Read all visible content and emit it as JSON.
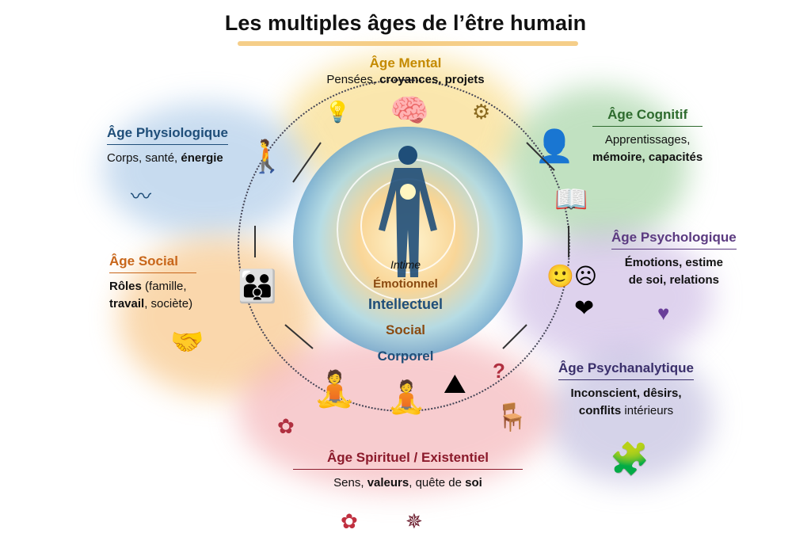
{
  "title": "Les multiples âges de l’être humain",
  "colors": {
    "mental": "#c48a00",
    "cognitif": "#2e6b2e",
    "physiologique": "#1f4e79",
    "social": "#c8661a",
    "psychologique": "#5b3a80",
    "psychanalytique": "#3a2f6b",
    "spirituel": "#8b1a2b"
  },
  "sections": {
    "mental": {
      "title": "Âge Mental",
      "line1": [
        {
          "t": "Pensées, ",
          "b": false
        },
        {
          "t": "croyances, projets",
          "b": true
        }
      ]
    },
    "cognitif": {
      "title": "Âge Cognitif",
      "line1": [
        {
          "t": "Apprentissages,",
          "b": false
        }
      ],
      "line2": [
        {
          "t": "mémoire, capacités",
          "b": true
        }
      ]
    },
    "physiologique": {
      "title": "Âge Physiologique",
      "line1": [
        {
          "t": "Corps, santé, ",
          "b": false
        },
        {
          "t": "énergie",
          "b": true
        }
      ]
    },
    "social": {
      "title": "Âge Social",
      "line1": [
        {
          "t": "Rôles",
          "b": true
        },
        {
          "t": " (famille,",
          "b": false
        }
      ],
      "line2": [
        {
          "t": "travail",
          "b": true
        },
        {
          "t": ", sociète)",
          "b": false
        }
      ]
    },
    "psychologique": {
      "title": "Âge Psychologique",
      "line1": [
        {
          "t": "Émotions, estime",
          "b": true
        }
      ],
      "line2": [
        {
          "t": "de soi, relations",
          "b": true
        }
      ]
    },
    "psychanalytique": {
      "title": "Âge Psychanalytique",
      "line1": [
        {
          "t": "Inconscient, dêsirs,",
          "b": true
        }
      ],
      "line2": [
        {
          "t": "conflits",
          "b": true
        },
        {
          "t": " intérieurs",
          "b": false
        }
      ]
    },
    "spirituel": {
      "title": "Âge Spirituel / Existentiel",
      "line1": [
        {
          "t": "Sens, ",
          "b": false
        },
        {
          "t": "valeurs",
          "b": true
        },
        {
          "t": ", quête de ",
          "b": false
        },
        {
          "t": "soi",
          "b": true
        }
      ]
    }
  },
  "center_layers": [
    "Intime",
    "Émotionnel",
    "Intellectuel",
    "Social",
    "Corporel"
  ]
}
